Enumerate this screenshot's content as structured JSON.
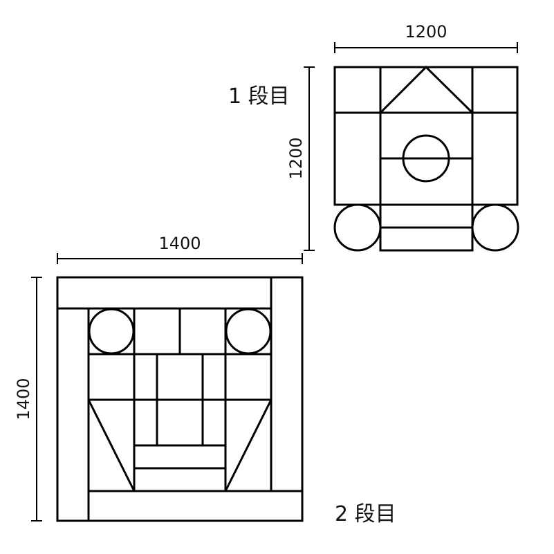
{
  "diagram": {
    "colors": {
      "stroke": "#000000",
      "background": "#ffffff"
    },
    "tier1": {
      "label": "1 段目",
      "width_dim": "1200",
      "height_dim": "1200"
    },
    "tier2": {
      "label": "2 段目",
      "width_dim": "1400",
      "height_dim": "1400"
    }
  }
}
